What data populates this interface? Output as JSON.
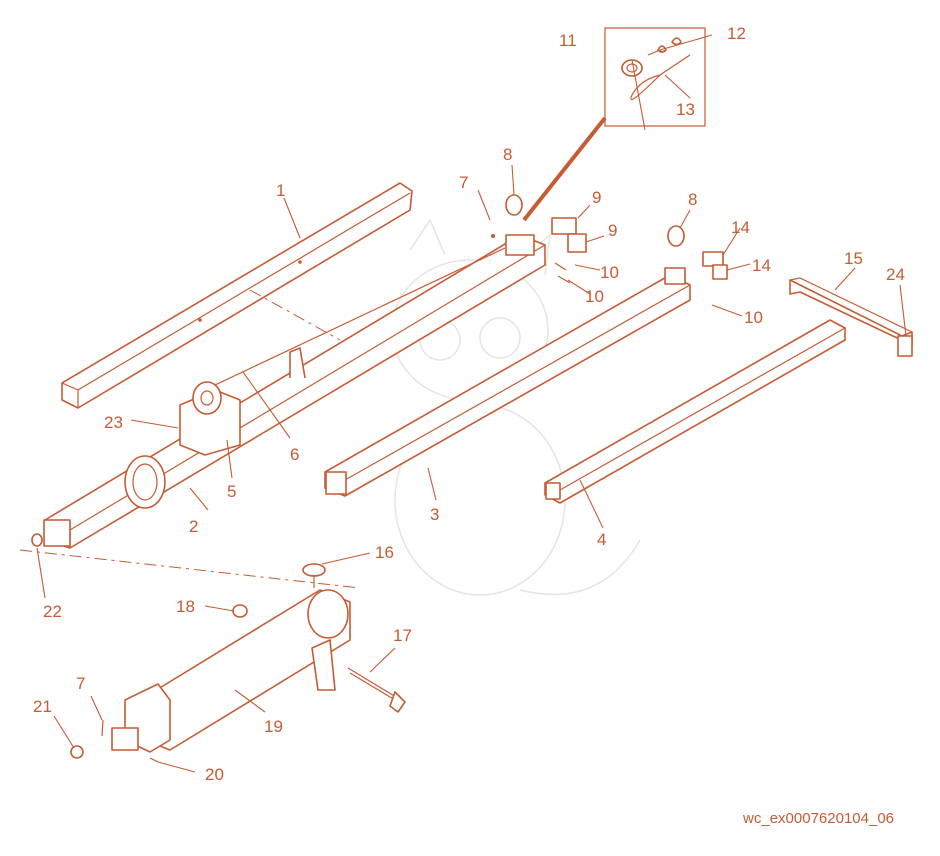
{
  "callouts": {
    "c1": "1",
    "c2": "2",
    "c3": "3",
    "c4": "4",
    "c5": "5",
    "c6": "6",
    "c7a": "7",
    "c7b": "7",
    "c8a": "8",
    "c8b": "8",
    "c9a": "9",
    "c9b": "9",
    "c10a": "10",
    "c10b": "10",
    "c10c": "10",
    "c11": "11",
    "c12": "12",
    "c13": "13",
    "c14a": "14",
    "c14b": "14",
    "c15": "15",
    "c16": "16",
    "c17": "17",
    "c18": "18",
    "c19": "19",
    "c20": "20",
    "c21": "21",
    "c22": "22",
    "c23": "23",
    "c24": "24"
  },
  "image_code": "wc_ex0007620104_06",
  "colors": {
    "line": "#c65b34",
    "watermark": "#e7e3df",
    "background": "#ffffff"
  }
}
